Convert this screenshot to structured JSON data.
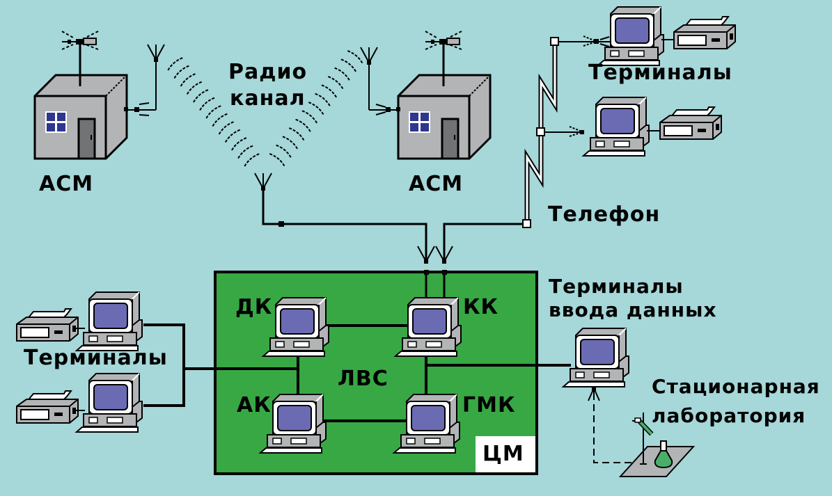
{
  "diagram": {
    "title": "Radio/telephone/LAN monitoring network",
    "colors": {
      "background": "#a6d7d9",
      "lan_fill": "#37a844",
      "building_gray": "#b3b4b6",
      "door_gray": "#727375",
      "window_blue": "#2e3690",
      "screen_blue": "#6b6bb3",
      "flask_green": "#4aae6a",
      "line": "#000000"
    },
    "labels": {
      "asm_left": "АСМ",
      "asm_right": "АСМ",
      "radio_line1": "Радио",
      "radio_line2": "канал",
      "terminals_top": "Терминалы",
      "telephone": "Телефон",
      "terminals_left": "Терминалы",
      "terminals_input_line1": "Терминалы",
      "terminals_input_line2": "ввода данных",
      "lab_line1": "Стационарная",
      "lab_line2": "лаборатория",
      "dk": "ДК",
      "kk": "КК",
      "ak": "АК",
      "gmk": "ГМК",
      "lan": "ЛВС",
      "cm": "ЦМ"
    },
    "nodes": [
      {
        "id": "asm-left",
        "type": "building",
        "label": "АСМ"
      },
      {
        "id": "asm-right",
        "type": "building",
        "label": "АСМ"
      },
      {
        "id": "central",
        "type": "lan-box",
        "label": "ЦМ",
        "lan_label": "ЛВС",
        "workstations": [
          "ДК",
          "КК",
          "АК",
          "ГМК"
        ]
      },
      {
        "id": "terminals-top",
        "type": "terminal-group",
        "count": 2,
        "label": "Терминалы"
      },
      {
        "id": "terminals-left",
        "type": "terminal-group",
        "count": 2,
        "label": "Терминалы"
      },
      {
        "id": "input-terminal",
        "type": "terminal",
        "label": "Терминалы ввода данных"
      },
      {
        "id": "lab",
        "type": "laboratory",
        "label": "Стационарная лаборатория"
      }
    ],
    "links": [
      {
        "from": "asm-left",
        "to": "central",
        "via": "Радио канал"
      },
      {
        "from": "asm-right",
        "to": "central",
        "via": "Радио канал"
      },
      {
        "from": "terminals-top",
        "to": "central",
        "via": "Телефон"
      },
      {
        "from": "terminals-left",
        "to": "central",
        "via": "cable"
      },
      {
        "from": "input-terminal",
        "to": "central",
        "via": "cable"
      },
      {
        "from": "lab",
        "to": "input-terminal",
        "via": "manual"
      }
    ]
  }
}
